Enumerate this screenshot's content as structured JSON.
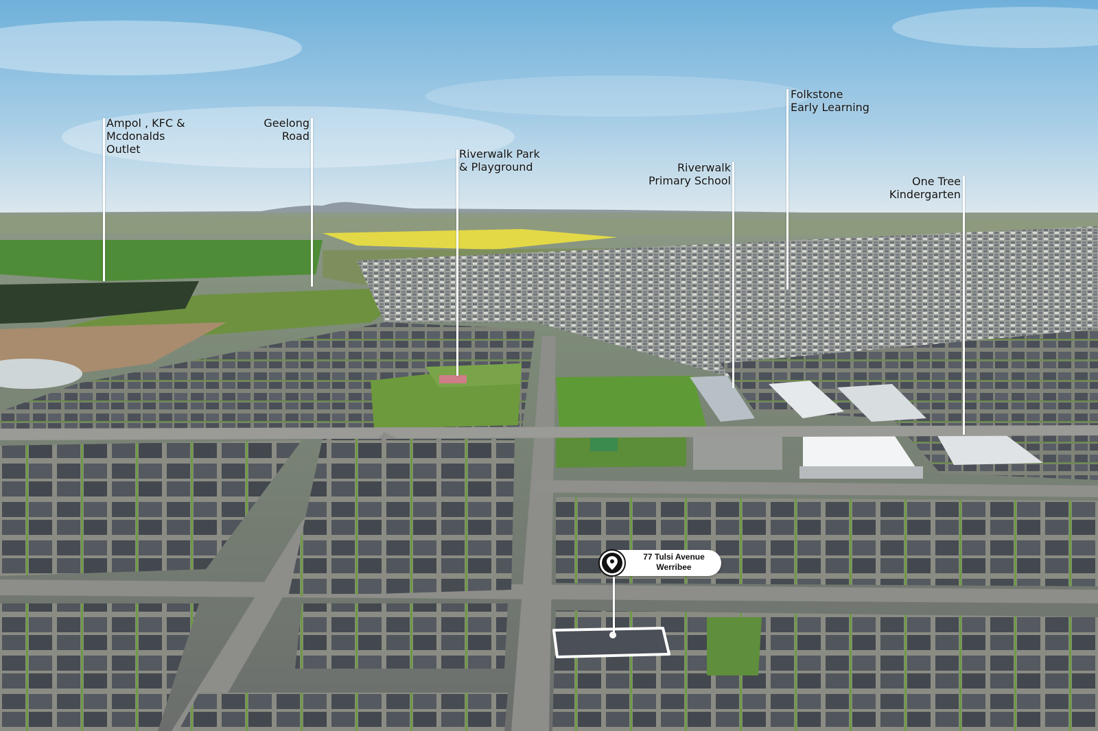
{
  "photo": {
    "colors": {
      "sky_top": "#79b6dc",
      "sky_horizon": "#dbe8ef",
      "fields": "#5e8f3a",
      "canola": "#e1d73f",
      "rooftops": "#4a4e55",
      "roads": "#8a8a87",
      "accent_white": "#ffffff"
    }
  },
  "callouts": [
    {
      "id": "ampol",
      "text": "Ampol , KFC &\nMcdonalds\nOutlet"
    },
    {
      "id": "geelong",
      "text": "Geelong\nRoad"
    },
    {
      "id": "riverwalk-park",
      "text": "Riverwalk Park\n& Playground"
    },
    {
      "id": "riverwalk-school",
      "text": "Riverwalk\nPrimary School"
    },
    {
      "id": "folkstone",
      "text": "Folkstone\nEarly Learning"
    },
    {
      "id": "one-tree",
      "text": "One Tree\nKindergarten"
    }
  ],
  "property": {
    "address_line1": "77 Tulsi Avenue",
    "address_line2": "Werribee",
    "pin_icon": "location-pin-icon"
  }
}
